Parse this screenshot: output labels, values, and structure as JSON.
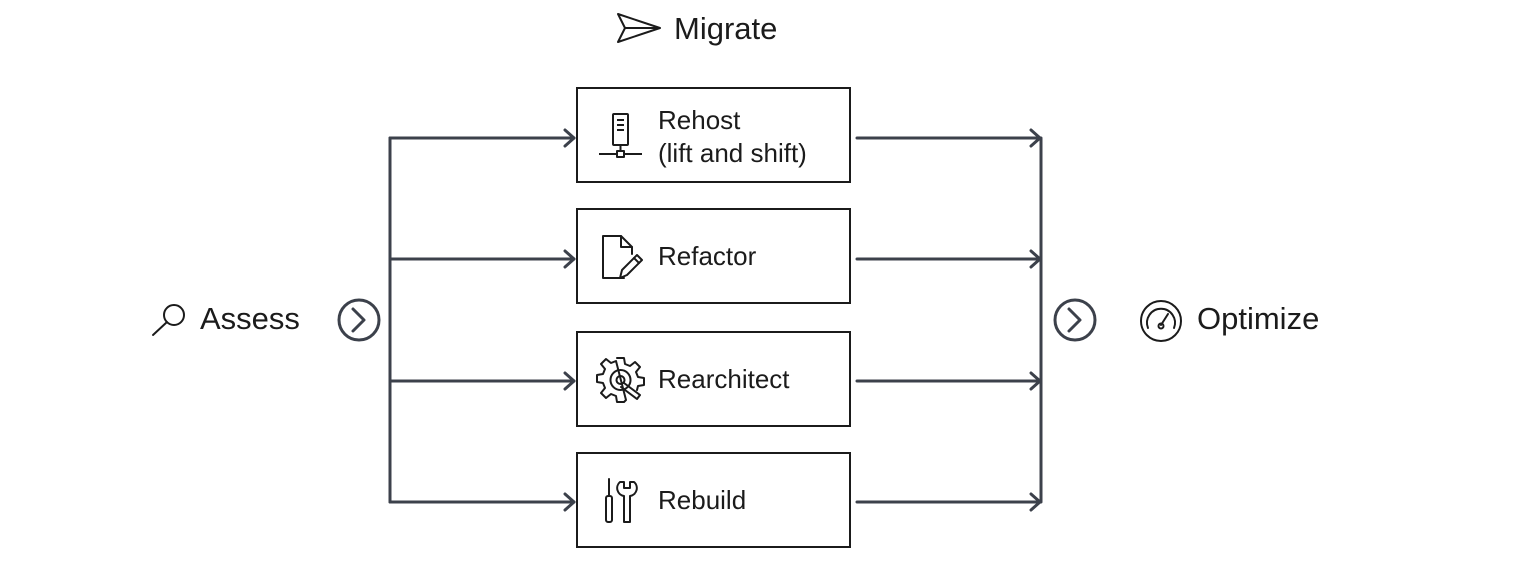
{
  "diagram": {
    "migrate": {
      "label": "Migrate",
      "icon": "paper-plane-icon"
    },
    "assess": {
      "label": "Assess",
      "icon": "search-icon"
    },
    "optimize": {
      "label": "Optimize",
      "icon": "gauge-icon"
    },
    "steps": [
      {
        "line1": "Rehost",
        "line2": "(lift and shift)",
        "icon": "server-icon"
      },
      {
        "line1": "Refactor",
        "line2": "",
        "icon": "edit-document-icon"
      },
      {
        "line1": "Rearchitect",
        "line2": "",
        "icon": "gear-wrench-icon"
      },
      {
        "line1": "Rebuild",
        "line2": "",
        "icon": "tools-icon"
      }
    ],
    "colors": {
      "line": "#3c414b",
      "text": "#1b1b1b",
      "box_border": "#1b1b1b"
    }
  }
}
